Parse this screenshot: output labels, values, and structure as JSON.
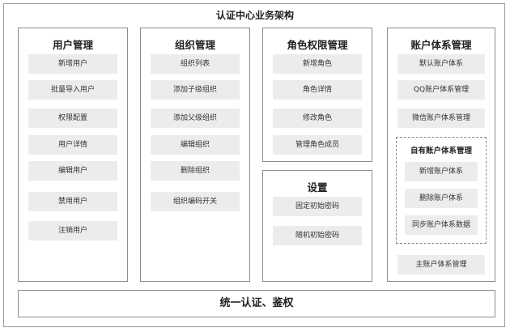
{
  "title": "认证中心业务架构",
  "user_mgmt": {
    "title": "用户管理",
    "items": [
      "新增用户",
      "批量导入用户",
      "权限配置",
      "用户详情",
      "编辑用户",
      "禁用用户",
      "注销用户"
    ]
  },
  "org_mgmt": {
    "title": "组织管理",
    "items": [
      "组织列表",
      "添加子级组织",
      "添加父级组织",
      "编辑组织",
      "删除组织",
      "组织编码开关"
    ]
  },
  "role_mgmt": {
    "title": "角色权限管理",
    "items": [
      "新增角色",
      "角色详情",
      "修改角色",
      "管理角色成员"
    ]
  },
  "settings": {
    "title": "设置",
    "items": [
      "固定初始密码",
      "随机初始密码"
    ]
  },
  "account_mgmt": {
    "title": "账户体系管理",
    "items": [
      "默认账户体系",
      "QQ账户体系管理",
      "微信账户体系管理"
    ],
    "own": {
      "title": "自有账户体系管理",
      "items": [
        "新增账户体系",
        "删除账户体系",
        "同步账户体系数据"
      ]
    },
    "main_item": "主账户体系管理"
  },
  "footer": "统一认证、鉴权"
}
